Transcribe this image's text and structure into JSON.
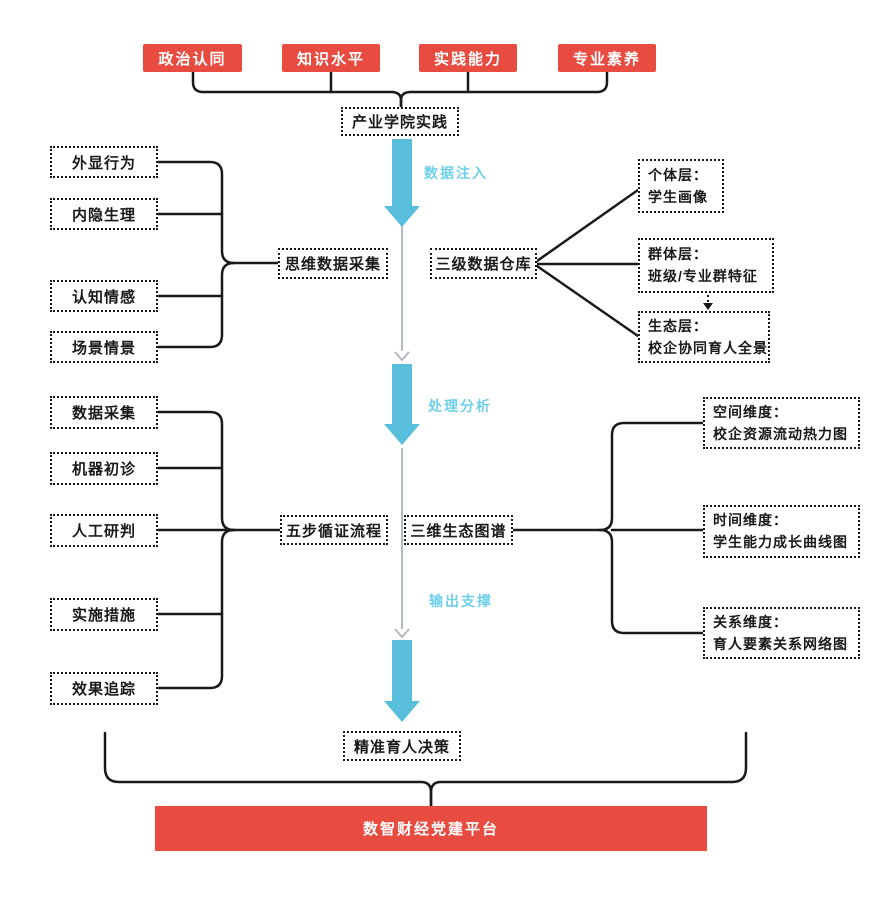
{
  "colors": {
    "metric_red": "#e84b40",
    "flow_arrow_cyan": "#58bedb",
    "flow_label_cyan": "#6fd0e8",
    "connector_black": "#1a1a1a",
    "thin_line_gray": "#b3bac2",
    "node_text": "#1a1a1a"
  },
  "top_metrics": [
    "政治认同",
    "知识水平",
    "实践能力",
    "专业素养"
  ],
  "root": "产业学院实践",
  "flow": {
    "inject": "数据注入",
    "process": "处理分析",
    "support": "输出支撑"
  },
  "collection": {
    "parent": "思维数据采集",
    "items": [
      "外显行为",
      "内隐生理",
      "认知情感",
      "场景情景"
    ]
  },
  "warehouse": {
    "parent": "三级数据仓库",
    "items": [
      {
        "title": "个体层：",
        "desc": "学生画像"
      },
      {
        "title": "群体层：",
        "desc": "班级/专业群特征"
      },
      {
        "title": "生态层：",
        "desc": "校企协同育人全景"
      }
    ]
  },
  "evidence": {
    "parent": "五步循证流程",
    "items": [
      "数据采集",
      "机器初诊",
      "人工研判",
      "实施措施",
      "效果追踪"
    ]
  },
  "atlas": {
    "parent": "三维生态图谱",
    "items": [
      {
        "title": "空间维度：",
        "desc": "校企资源流动热力图"
      },
      {
        "title": "时间维度：",
        "desc": "学生能力成长曲线图"
      },
      {
        "title": "关系维度：",
        "desc": "育人要素关系网络图"
      }
    ]
  },
  "decision": "精准育人决策",
  "platform": "数智财经党建平台"
}
